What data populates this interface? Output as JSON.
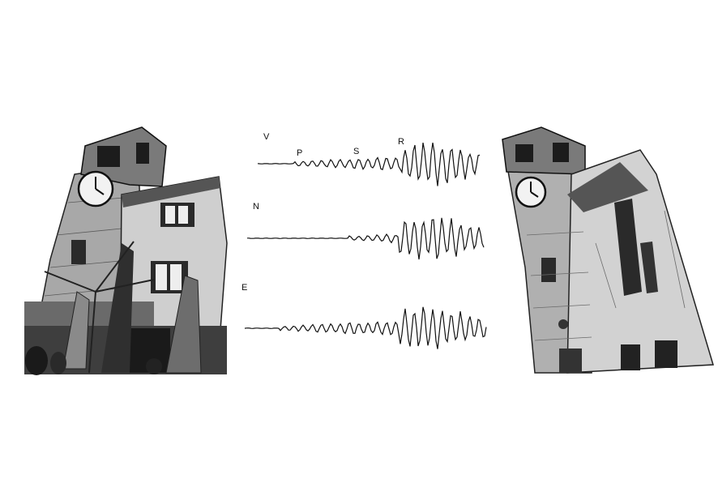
{
  "seismogram": {
    "components": [
      {
        "id": "vertical",
        "label": "V"
      },
      {
        "id": "north",
        "label": "N"
      },
      {
        "id": "east",
        "label": "E"
      }
    ],
    "phases": [
      "P",
      "S",
      "R"
    ]
  },
  "colors": {
    "background": "#ffffff",
    "ink": "#111111",
    "stone_light": "#d9d9d9",
    "stone_mid": "#9a9a9a",
    "stone_dark": "#3a3a3a"
  }
}
